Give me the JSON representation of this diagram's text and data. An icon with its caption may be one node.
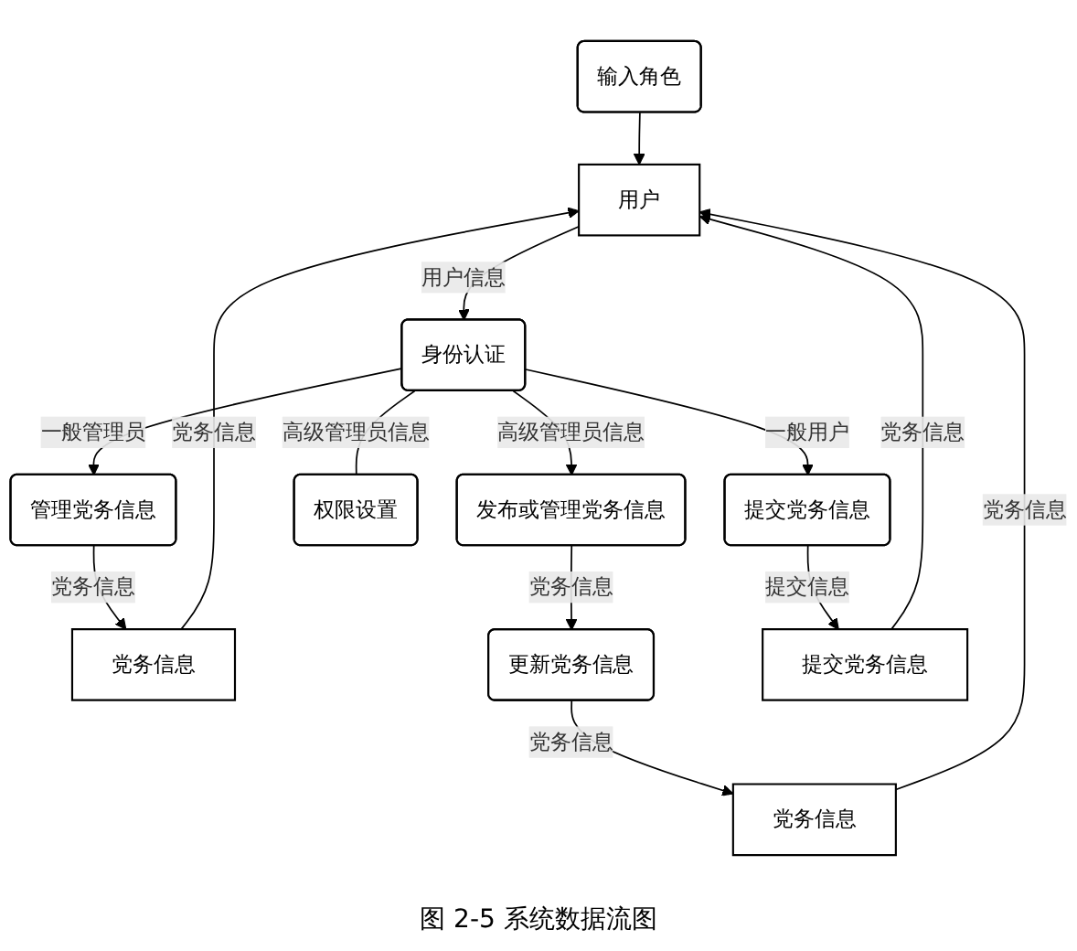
{
  "diagram": {
    "caption": "图 2-5 系统数据流图",
    "nodes": [
      {
        "text": [
          "输入角色"
        ]
      },
      {
        "text": [
          "用户"
        ]
      },
      {
        "text": [
          "党务信息"
        ]
      },
      {
        "text": [
          "党务信息"
        ]
      },
      {
        "text": [
          "发布或管理党务信息"
        ]
      },
      {
        "text": [
          "更新党务信息"
        ]
      },
      {
        "text": [
          "管理党务信息"
        ]
      },
      {
        "text": [
          "身份认证"
        ]
      },
      {
        "text": [
          "权限设置"
        ]
      },
      {
        "text": [
          "提交党务信息"
        ]
      },
      {
        "text": [
          "提交党务信息"
        ]
      }
    ],
    "edges": [
      {
        "from": 0,
        "to": 1,
        "arrow": "to"
      },
      {
        "from": 2,
        "to": 1,
        "arrow": "to",
        "label": "党务信息"
      },
      {
        "from": 3,
        "to": 1,
        "arrow": "to",
        "label": "党务信息"
      },
      {
        "from": 1,
        "to": 7,
        "arrow": "to",
        "label": "用户信息"
      },
      {
        "from": 7,
        "to": 4,
        "arrow": "to",
        "label": "高级管理员信息"
      },
      {
        "from": 4,
        "to": 5,
        "arrow": "to",
        "label": "党务信息"
      },
      {
        "from": 5,
        "to": 2,
        "arrow": "to",
        "label": "党务信息"
      },
      {
        "from": 7,
        "to": 6,
        "arrow": "to",
        "label": "一般管理员"
      },
      {
        "from": 6,
        "to": 3,
        "arrow": "to",
        "label": "党务信息"
      },
      {
        "from": 7,
        "to": 8,
        "arrow": "none",
        "label": "高级管理员信息"
      },
      {
        "from": 7,
        "to": 9,
        "arrow": "to",
        "label": "一般用户"
      },
      {
        "from": 9,
        "to": 10,
        "arrow": "to",
        "label": "提交信息"
      },
      {
        "from": 10,
        "to": 1,
        "arrow": "to",
        "label": "党务信息"
      }
    ]
  }
}
